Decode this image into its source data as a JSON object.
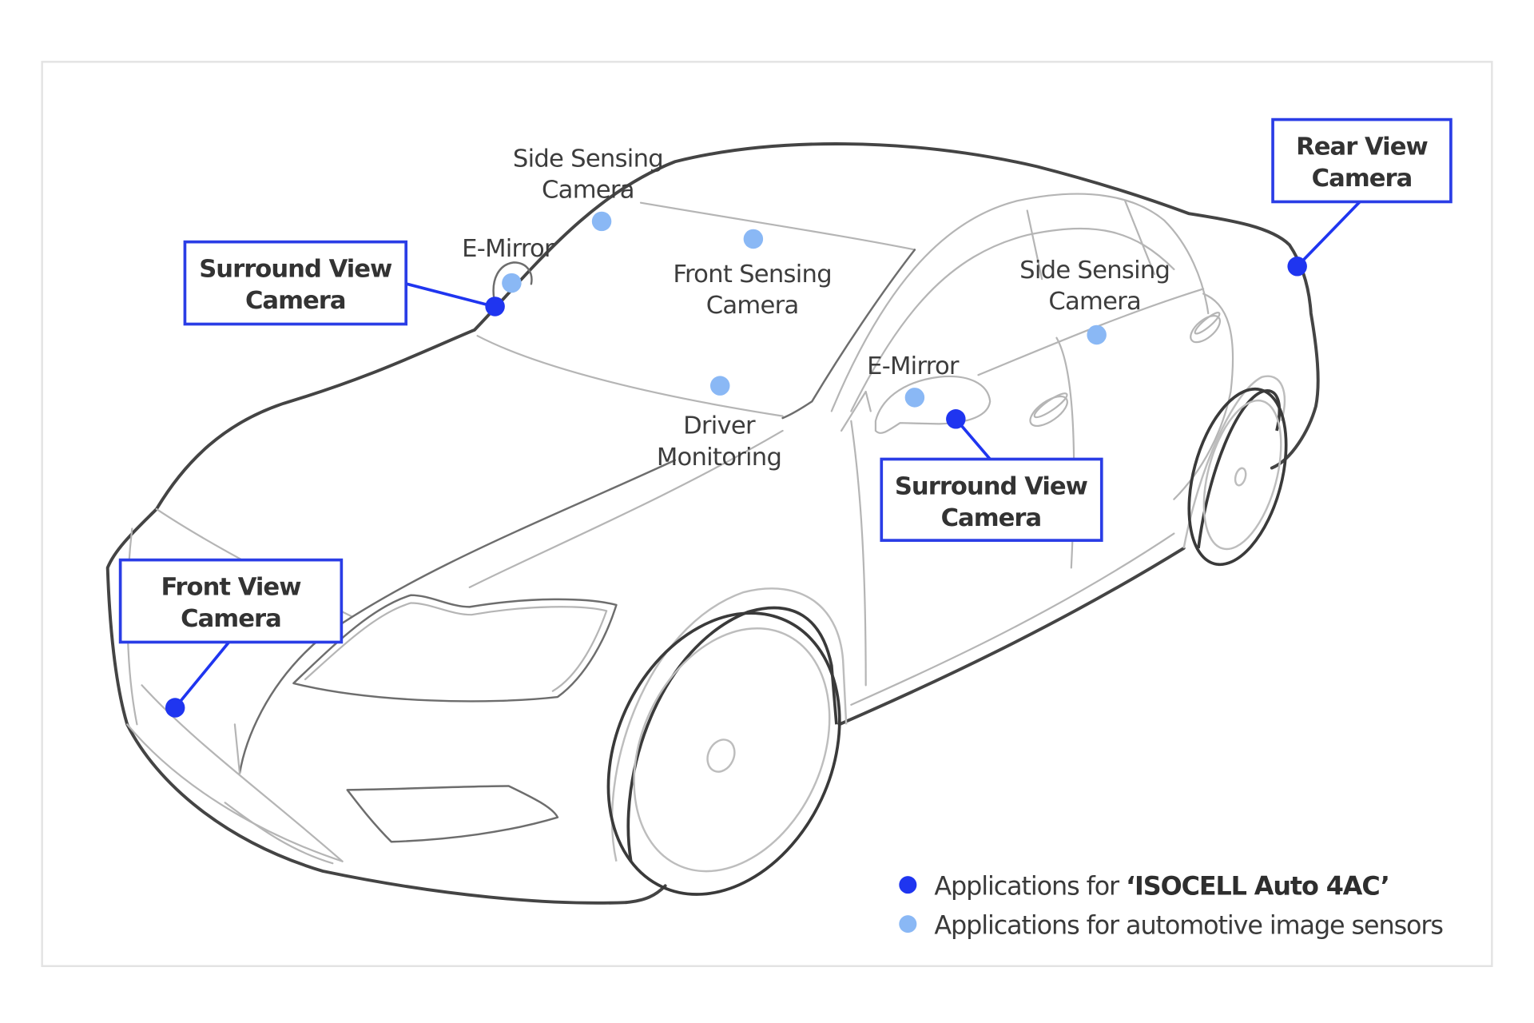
{
  "diagram": {
    "subject": "car-outline",
    "colors": {
      "primary_application": "#1f35f0",
      "general_application": "#8ab8f5",
      "callout_border": "#2a3de6",
      "text": "#3a3a3a"
    },
    "callouts": [
      {
        "id": "surround-view-left",
        "line1": "Surround View",
        "line2": "Camera",
        "type": "primary"
      },
      {
        "id": "rear-view",
        "line1": "Rear View",
        "line2": "Camera",
        "type": "primary"
      },
      {
        "id": "surround-view-right",
        "line1": "Surround View",
        "line2": "Camera",
        "type": "primary"
      },
      {
        "id": "front-view",
        "line1": "Front View",
        "line2": "Camera",
        "type": "primary"
      }
    ],
    "labels": [
      {
        "id": "side-sensing-left",
        "line1": "Side Sensing",
        "line2": "Camera",
        "type": "general"
      },
      {
        "id": "e-mirror-left",
        "line1": "E-Mirror",
        "type": "general"
      },
      {
        "id": "front-sensing",
        "line1": "Front Sensing",
        "line2": "Camera",
        "type": "general"
      },
      {
        "id": "driver-monitoring",
        "line1": "Driver",
        "line2": "Monitoring",
        "type": "general"
      },
      {
        "id": "side-sensing-right",
        "line1": "Side Sensing",
        "line2": "Camera",
        "type": "general"
      },
      {
        "id": "e-mirror-right",
        "line1": "E-Mirror",
        "type": "general"
      }
    ],
    "legend": [
      {
        "prefix": "Applications for ",
        "emphasis": "‘ISOCELL Auto 4AC’",
        "marker": "dark-blue-dot"
      },
      {
        "prefix": "Applications for automotive image sensors",
        "emphasis": "",
        "marker": "light-blue-dot"
      }
    ]
  }
}
